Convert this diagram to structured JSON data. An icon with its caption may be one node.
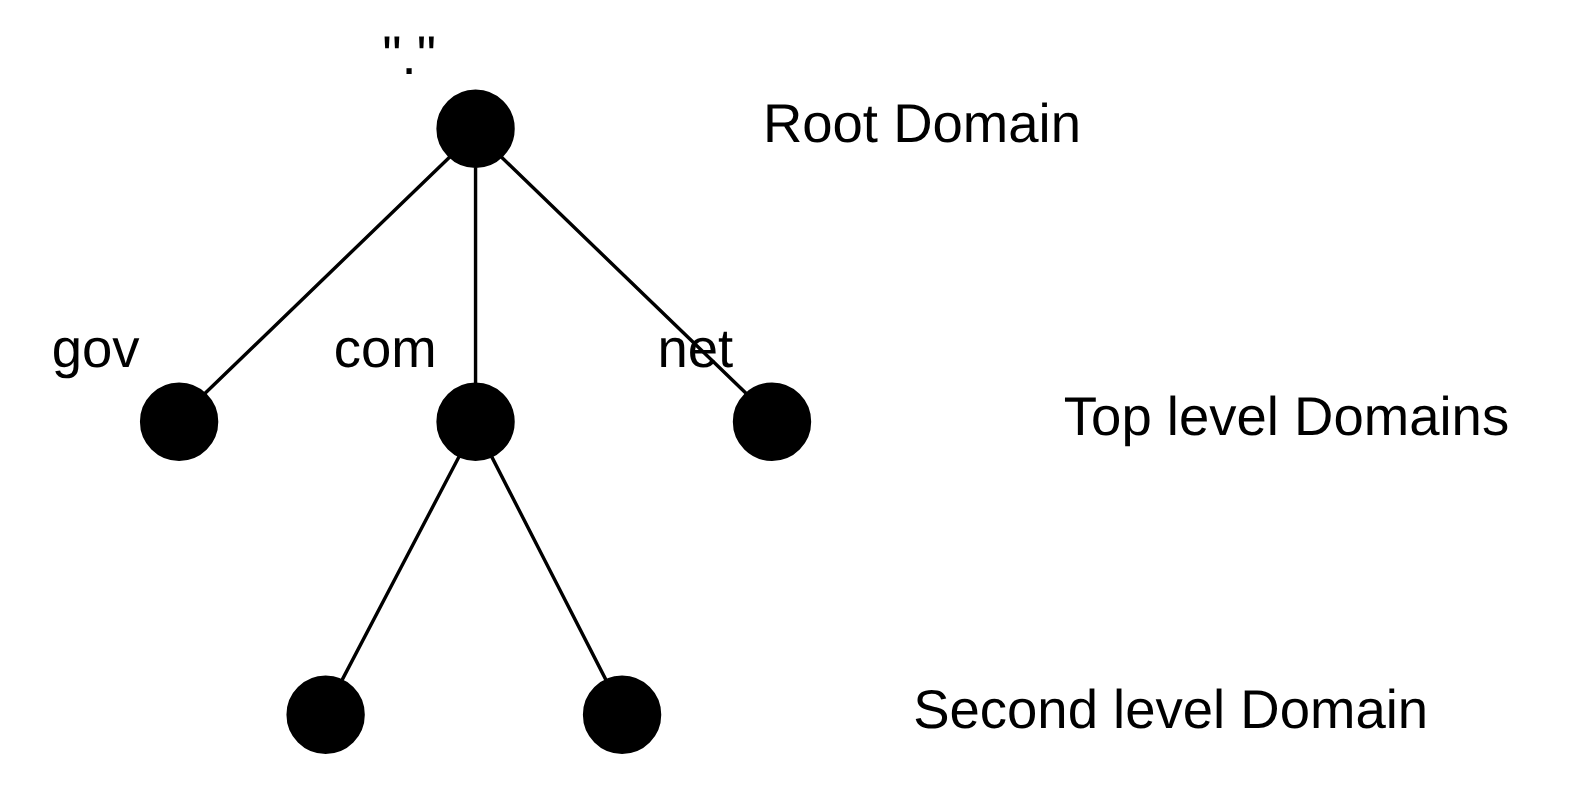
{
  "diagram": {
    "nodes": [
      {
        "text": [
          "\".\""
        ]
      },
      {
        "text": [
          "gov"
        ]
      },
      {
        "text": [
          "com"
        ]
      },
      {
        "text": [
          "net"
        ]
      },
      {
        "text": [],
        "shape": "circle"
      },
      {
        "text": [],
        "shape": "circle"
      }
    ],
    "edges": [
      {
        "from": 0,
        "to": 1,
        "arrow": "none"
      },
      {
        "from": 0,
        "to": 2,
        "arrow": "none"
      },
      {
        "from": 0,
        "to": 3,
        "arrow": "none"
      },
      {
        "from": 2,
        "to": 4,
        "arrow": "none"
      },
      {
        "from": 2,
        "to": 5,
        "arrow": "none"
      }
    ],
    "labels": [
      "Root Domain",
      "Top level Domains",
      "Second level Domain"
    ]
  }
}
